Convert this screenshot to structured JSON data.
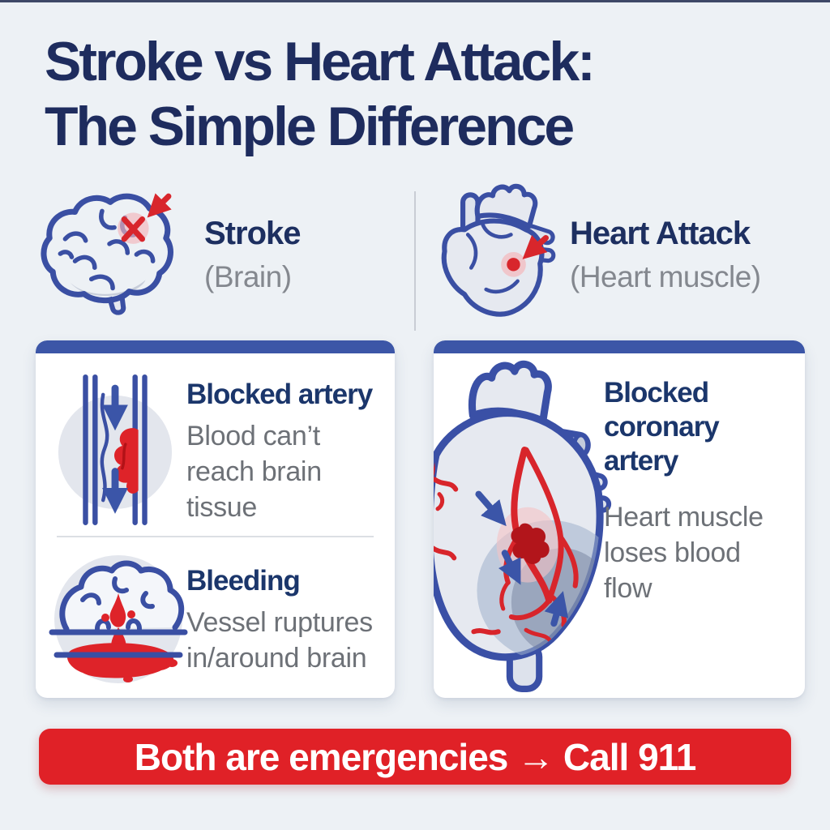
{
  "title": {
    "line1": "Stroke vs Heart Attack:",
    "line2": "The Simple Difference"
  },
  "header": {
    "stroke": {
      "label": "Stroke",
      "sub": "(Brain)",
      "icon": "brain-icon"
    },
    "heart_attack": {
      "label": "Heart Attack",
      "sub": "(Heart muscle)",
      "icon": "heart-icon"
    }
  },
  "cards": {
    "stroke": {
      "rows": [
        {
          "icon": "blocked-artery-icon",
          "heading": "Blocked artery",
          "body": "Blood can’t reach brain tissue"
        },
        {
          "icon": "bleeding-brain-icon",
          "heading": "Bleeding",
          "body": "Vessel ruptures in/around brain"
        }
      ]
    },
    "heart": {
      "icon": "blocked-coronary-artery-illustration",
      "heading": "Blocked coronary artery",
      "body": "Heart muscle loses blood flow"
    }
  },
  "banner": {
    "text": "Both are emergencies → Call 911"
  },
  "colors": {
    "background": "#edf1f5",
    "title_navy": "#1e2c5e",
    "heading_navy": "#1b366b",
    "body_gray": "#6d7177",
    "sub_gray": "#84888f",
    "card_topbar_blue": "#3c56a7",
    "icon_outline_blue": "#3a4fa3",
    "arrow_blue": "#3b55a8",
    "alert_red": "#d8262c",
    "banner_red": "#e02127",
    "icon_circle_gray": "#e3e6ed",
    "organ_fill": "#e6e9f0",
    "ischemia_shade": "#76819d"
  }
}
